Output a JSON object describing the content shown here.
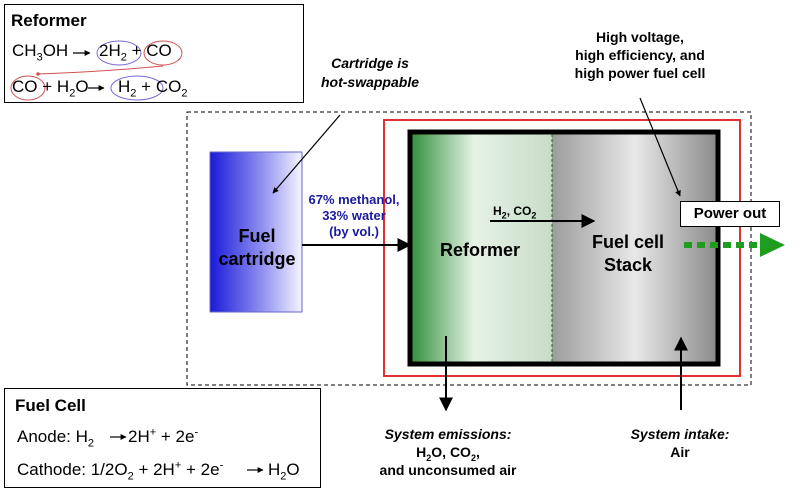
{
  "reformer_box": {
    "title": "Reformer",
    "eq1": {
      "lhs": "CH",
      "lhs_sub": "3",
      "lhs2": "OH",
      "p1": "2H",
      "p1_sub": "2",
      "plus": "+",
      "p2": "CO"
    },
    "eq2": {
      "r1": "CO",
      "plus1": "+",
      "r2": "H",
      "r2_sub": "2",
      "r2b": "O",
      "p1": "H",
      "p1_sub": "2",
      "plus2": "+",
      "p2": "CO",
      "p2_sub": "2"
    }
  },
  "fuel_cell_box": {
    "title": "Fuel Cell",
    "anode": {
      "label": "Anode: H",
      "label_sub": "2",
      "p1": "2H",
      "p1_sup": "+",
      "plus": "+ 2e",
      "e_sup": "-"
    },
    "cathode": {
      "label": "Cathode: 1/2O",
      "label_sub": "2",
      "r2": "+ 2H",
      "r2_sup": "+",
      "r3": "+ 2e",
      "r3_sup": "-",
      "p": "H",
      "p_sub": "2",
      "p2": "O"
    }
  },
  "cartridge": {
    "line1": "Fuel",
    "line2": "cartridge"
  },
  "hot_swap": {
    "line1": "Cartridge is",
    "line2": "hot-swappable"
  },
  "feed": {
    "line1": "67% methanol,",
    "line2": "33% water",
    "line3": "(by vol.)"
  },
  "reformer_block": {
    "label": "Reformer"
  },
  "stack_block": {
    "line1": "Fuel cell",
    "line2": "Stack"
  },
  "h2co2": {
    "text": "H",
    "sub1": "2",
    "mid": ", CO",
    "sub2": "2"
  },
  "high_voltage": {
    "line1": "High voltage,",
    "line2": "high efficiency, and",
    "line3": "high power fuel cell"
  },
  "power_out": {
    "label": "Power out"
  },
  "emissions": {
    "line1": "System emissions:",
    "l2a": "H",
    "l2a_sub": "2",
    "l2b": "O, CO",
    "l2b_sub": "2",
    "l2c": ",",
    "line3": "and unconsumed air"
  },
  "intake": {
    "line1": "System intake:",
    "line2": "Air"
  },
  "colors": {
    "cartridge_blue": "#2a2adf",
    "reformer_green": "#2e8b3a",
    "stack_gray": "#a0a0a0",
    "outline_red": "#e03030",
    "feed_text": "#1a1aa0",
    "arrow_green": "#1f9d1f"
  }
}
